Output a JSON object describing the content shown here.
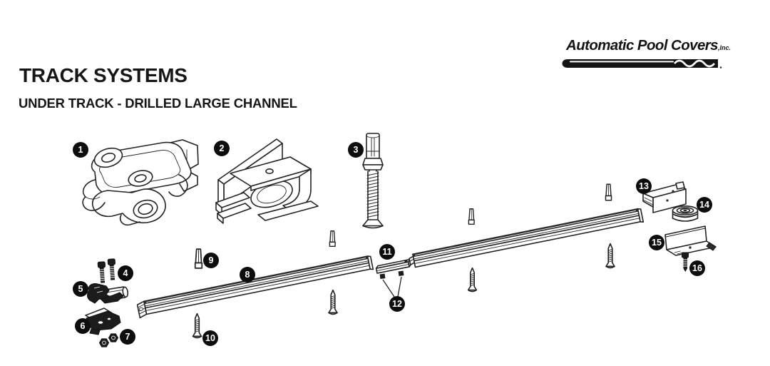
{
  "page": {
    "title": "TRACK SYSTEMS",
    "subtitle": "UNDER TRACK - DRILLED LARGE CHANNEL"
  },
  "brand": {
    "name": "Automatic Pool Covers",
    "suffix": ",Inc."
  },
  "diagram": {
    "type": "exploded-parts-diagram",
    "ink_color": "#242424",
    "badge_color": "#0d0d0d",
    "parts": [
      {
        "number": "1"
      },
      {
        "number": "2"
      },
      {
        "number": "3"
      },
      {
        "number": "4"
      },
      {
        "number": "5"
      },
      {
        "number": "6"
      },
      {
        "number": "7"
      },
      {
        "number": "8"
      },
      {
        "number": "9"
      },
      {
        "number": "10"
      },
      {
        "number": "11"
      },
      {
        "number": "12"
      },
      {
        "number": "13"
      },
      {
        "number": "14"
      },
      {
        "number": "15"
      },
      {
        "number": "16"
      }
    ]
  }
}
